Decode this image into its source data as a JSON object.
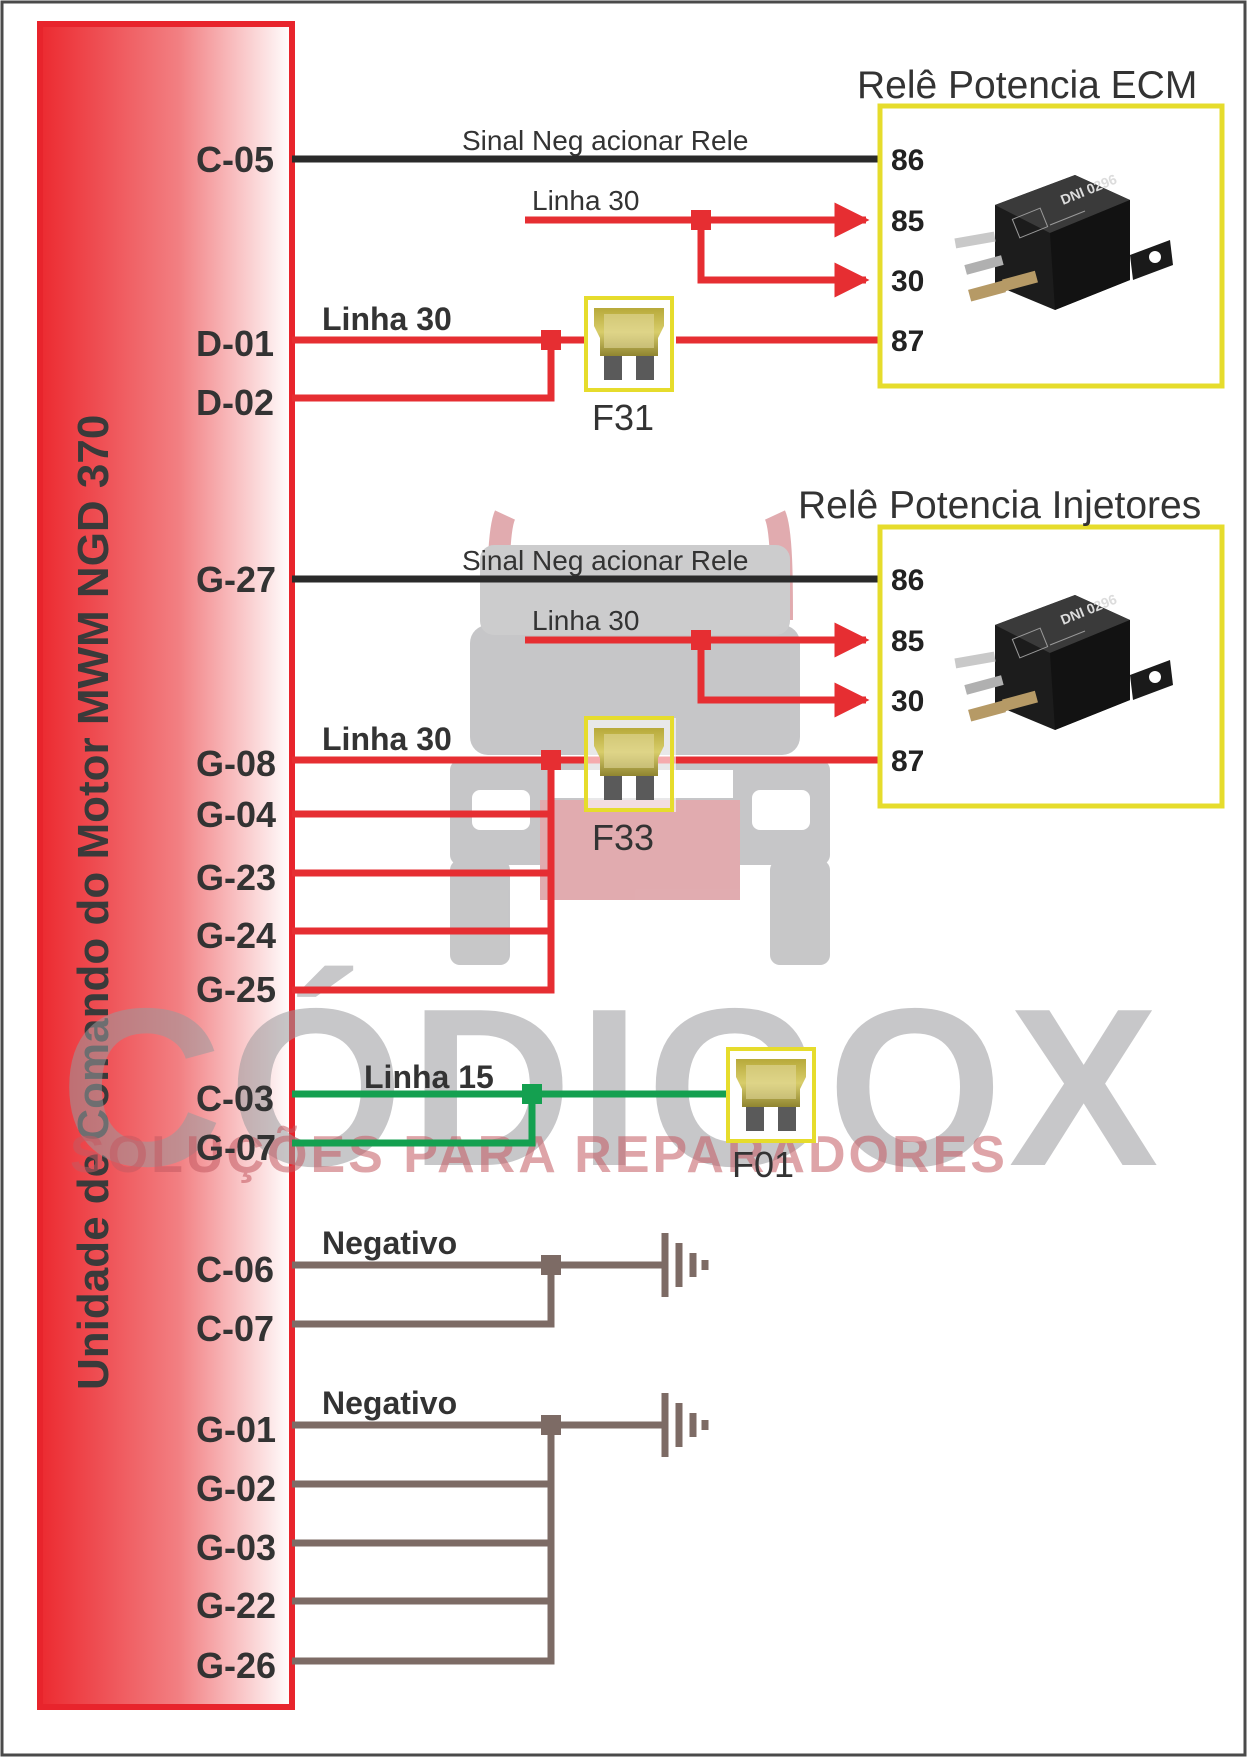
{
  "ecu": {
    "title": "Unidade de Comando do Motor MWM NGD 370"
  },
  "watermark": {
    "brand": "CÓDIGOX",
    "tagline": "SOLUÇÕES PARA REPARADORES"
  },
  "relays": [
    {
      "title": "Relê Potencia ECM",
      "terminals": [
        "86",
        "85",
        "30",
        "87"
      ],
      "icon": "relay-icon",
      "brand": "DNI 0296"
    },
    {
      "title": "Relê Potencia Injetores",
      "terminals": [
        "86",
        "85",
        "30",
        "87"
      ],
      "icon": "relay-icon",
      "brand": "DNI 0296"
    }
  ],
  "pins": {
    "c05": "C-05",
    "d01": "D-01",
    "d02": "D-02",
    "g27": "G-27",
    "g08": "G-08",
    "g04": "G-04",
    "g23": "G-23",
    "g24": "G-24",
    "g25": "G-25",
    "c03": "C-03",
    "g07": "G-07",
    "c06": "C-06",
    "c07": "C-07",
    "g01": "G-01",
    "g02": "G-02",
    "g03": "G-03",
    "g22": "G-22",
    "g26": "G-26"
  },
  "labels": {
    "signal1": "Sinal Neg acionar Rele",
    "signal2": "Sinal Neg acionar Rele",
    "linha30_a": "Linha 30",
    "linha30_b": "Linha 30",
    "linha30_c": "Linha 30",
    "linha30_d": "Linha 30",
    "linha15": "Linha 15",
    "negativo1": "Negativo",
    "negativo2": "Negativo"
  },
  "fuses": [
    "F31",
    "F33",
    "F01"
  ],
  "colors": {
    "ecu_red": "#e8242c",
    "wire_signal": "#2a2a2a",
    "wire_30": "#e62e32",
    "wire_15": "#14a050",
    "wire_ground": "#7d6b65",
    "relay_border": "#e6dc2c",
    "fuse_border": "#e6dc2c"
  }
}
